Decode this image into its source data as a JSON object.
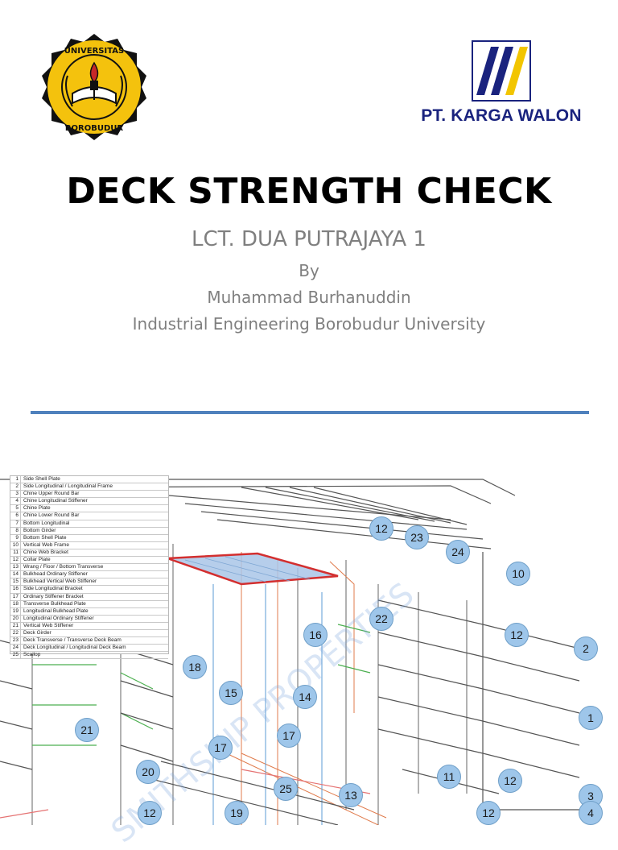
{
  "logos": {
    "university_name": "UNIVERSITAS BOROBUDUR",
    "company": "PT. KARGA WALON"
  },
  "slide": {
    "title": "DECK STRENGTH CHECK",
    "subtitle": "LCT. DUA PUTRAJAYA 1",
    "by": "By",
    "author": "Muhammad Burhanuddin",
    "affiliation": "Industrial Engineering Borobudur University"
  },
  "colors": {
    "accent_line": "#4f81bd",
    "title": "#000000",
    "subtitle": "#7f7f7f",
    "callout": "#9ec6ea",
    "deck_highlight": "#d32f2f"
  },
  "diagram": {
    "watermark": "SMITHSHIP PROPERTIES",
    "legend": [
      {
        "num": "1",
        "label": "Side Shell Plate"
      },
      {
        "num": "2",
        "label": "Side Longitudinal / Longitudinal Frame"
      },
      {
        "num": "3",
        "label": "Chine Upper Round Bar"
      },
      {
        "num": "4",
        "label": "Chine Longitudinal Stiffener"
      },
      {
        "num": "5",
        "label": "Chine Plate"
      },
      {
        "num": "6",
        "label": "Chine Lower Round Bar"
      },
      {
        "num": "7",
        "label": "Bottom Longitudinal"
      },
      {
        "num": "8",
        "label": "Bottom Girder"
      },
      {
        "num": "9",
        "label": "Bottom Shell Plate"
      },
      {
        "num": "10",
        "label": "Vertical Web Frame"
      },
      {
        "num": "11",
        "label": "Chine Web Bracket"
      },
      {
        "num": "12",
        "label": "Collar Plate"
      },
      {
        "num": "13",
        "label": "Wrang / Floor / Bottom Transverse"
      },
      {
        "num": "14",
        "label": "Bulkhead Ordinary Stiffener"
      },
      {
        "num": "15",
        "label": "Bulkhead Vertical Web Stiffener"
      },
      {
        "num": "16",
        "label": "Side Longitudinal Bracket"
      },
      {
        "num": "17",
        "label": "Ordinary Stiffener Bracket"
      },
      {
        "num": "18",
        "label": "Transverse Bulkhead Plate"
      },
      {
        "num": "19",
        "label": "Longitudinal Bulkhead Plate"
      },
      {
        "num": "20",
        "label": "Longitudinal Ordinary Stiffener"
      },
      {
        "num": "21",
        "label": "Vertical Web Stiffener"
      },
      {
        "num": "22",
        "label": "Deck Girder"
      },
      {
        "num": "23",
        "label": "Deck Transverse / Transverse Deck Beam"
      },
      {
        "num": "24",
        "label": "Deck Longitudinal / Longitudinal Deck Beam"
      },
      {
        "num": "25",
        "label": "Scallop"
      }
    ],
    "callouts": [
      "12",
      "23",
      "24",
      "10",
      "22",
      "16",
      "12",
      "2",
      "18",
      "15",
      "14",
      "1",
      "21",
      "17",
      "17",
      "20",
      "25",
      "11",
      "12",
      "3",
      "13",
      "12",
      "19",
      "12",
      "4"
    ]
  }
}
